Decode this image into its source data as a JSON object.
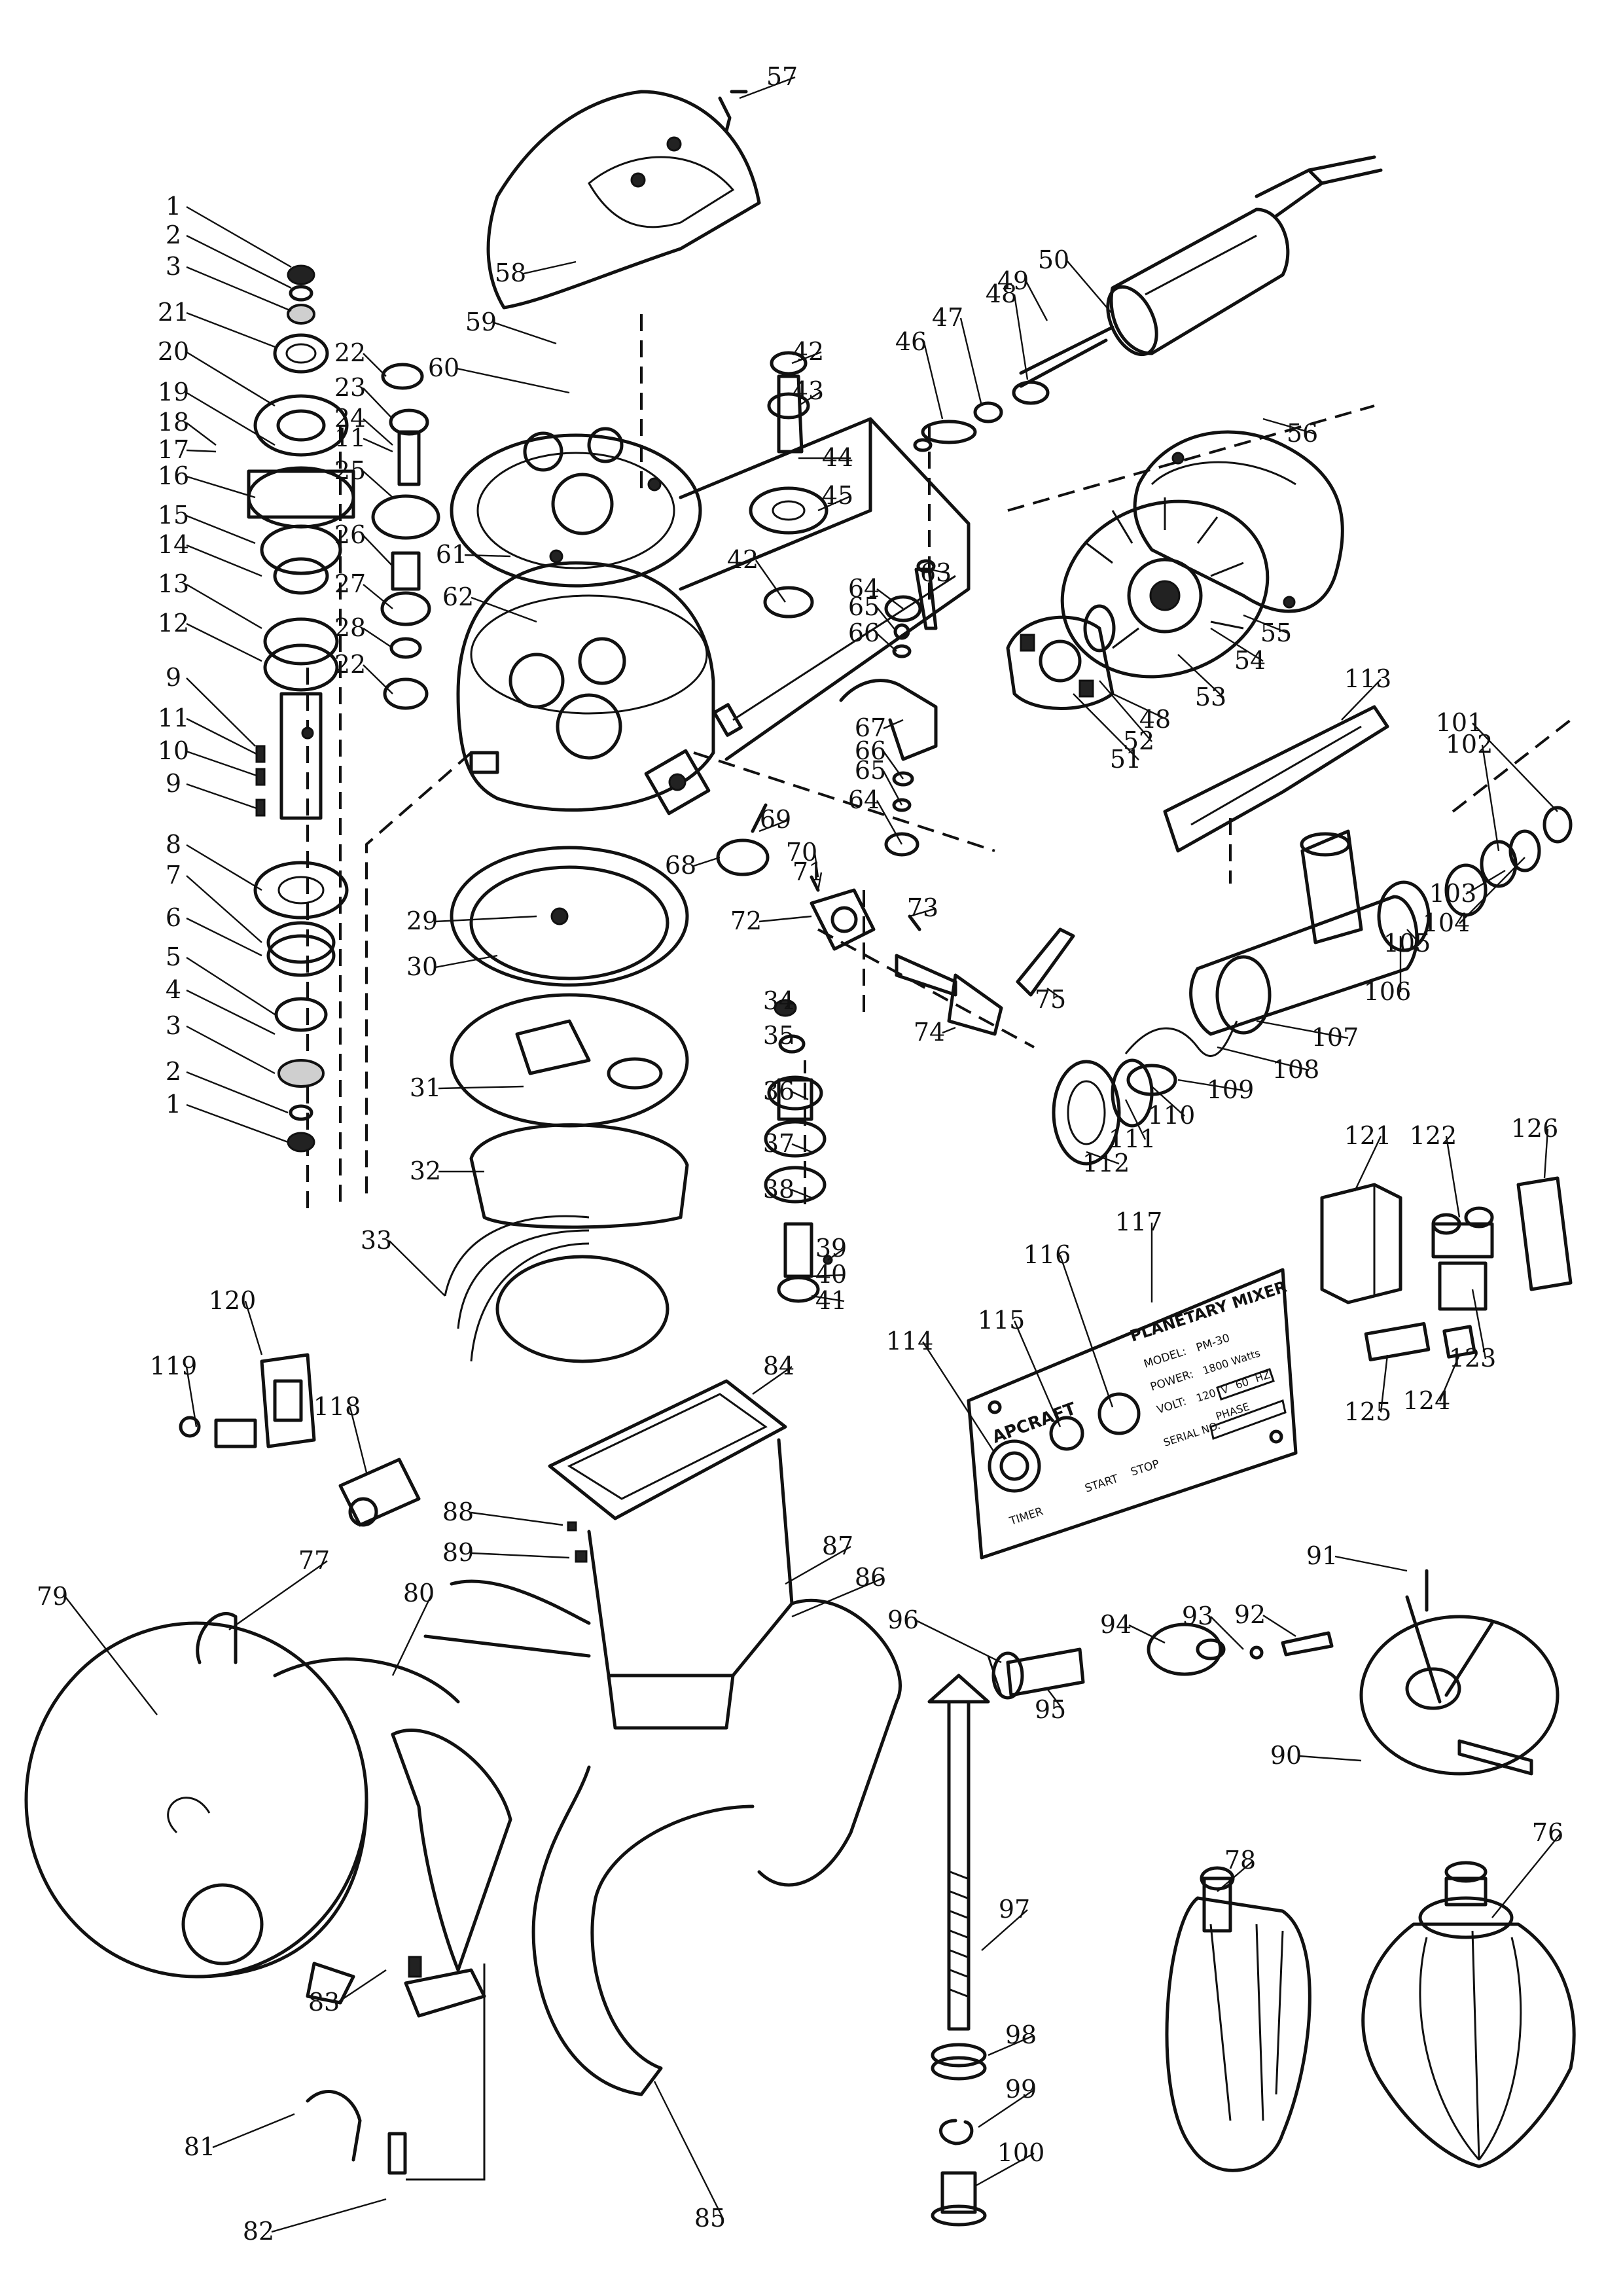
{
  "nameplate": {
    "brand": "APCRAFT",
    "title": "PLANETARY MIXER",
    "model_label": "MODEL:",
    "model_value": "PM-30",
    "power_label": "POWER:",
    "power_value": "1800 Watts",
    "volt_label": "VOLT:",
    "volt_value": "120",
    "volt_unit": "V",
    "hz_value": "60",
    "hz_unit": "HZ",
    "phase_label": "PHASE",
    "serial_label": "SERIAL NO.",
    "start_label": "START",
    "stop_label": "STOP",
    "timer_label": "TIMER"
  },
  "callouts": [
    {
      "n": "57"
    },
    {
      "n": "58"
    },
    {
      "n": "59"
    },
    {
      "n": "60"
    },
    {
      "n": "61"
    },
    {
      "n": "62"
    },
    {
      "n": "1"
    },
    {
      "n": "2"
    },
    {
      "n": "3"
    },
    {
      "n": "21"
    },
    {
      "n": "20"
    },
    {
      "n": "19"
    },
    {
      "n": "18"
    },
    {
      "n": "17"
    },
    {
      "n": "16"
    },
    {
      "n": "15"
    },
    {
      "n": "14"
    },
    {
      "n": "13"
    },
    {
      "n": "12"
    },
    {
      "n": "9"
    },
    {
      "n": "11"
    },
    {
      "n": "10"
    },
    {
      "n": "9"
    },
    {
      "n": "8"
    },
    {
      "n": "7"
    },
    {
      "n": "6"
    },
    {
      "n": "5"
    },
    {
      "n": "4"
    },
    {
      "n": "3"
    },
    {
      "n": "2"
    },
    {
      "n": "1"
    },
    {
      "n": "22"
    },
    {
      "n": "23"
    },
    {
      "n": "24"
    },
    {
      "n": "11"
    },
    {
      "n": "25"
    },
    {
      "n": "26"
    },
    {
      "n": "27"
    },
    {
      "n": "28"
    },
    {
      "n": "22"
    },
    {
      "n": "50"
    },
    {
      "n": "49"
    },
    {
      "n": "48"
    },
    {
      "n": "47"
    },
    {
      "n": "46"
    },
    {
      "n": "42"
    },
    {
      "n": "43"
    },
    {
      "n": "44"
    },
    {
      "n": "45"
    },
    {
      "n": "42"
    },
    {
      "n": "56"
    },
    {
      "n": "55"
    },
    {
      "n": "54"
    },
    {
      "n": "53"
    },
    {
      "n": "48"
    },
    {
      "n": "52"
    },
    {
      "n": "51"
    },
    {
      "n": "63"
    },
    {
      "n": "64"
    },
    {
      "n": "65"
    },
    {
      "n": "66"
    },
    {
      "n": "67"
    },
    {
      "n": "66"
    },
    {
      "n": "65"
    },
    {
      "n": "64"
    },
    {
      "n": "69"
    },
    {
      "n": "68"
    },
    {
      "n": "70"
    },
    {
      "n": "71"
    },
    {
      "n": "72"
    },
    {
      "n": "73"
    },
    {
      "n": "75"
    },
    {
      "n": "74"
    },
    {
      "n": "29"
    },
    {
      "n": "30"
    },
    {
      "n": "31"
    },
    {
      "n": "32"
    },
    {
      "n": "33"
    },
    {
      "n": "34"
    },
    {
      "n": "35"
    },
    {
      "n": "36"
    },
    {
      "n": "37"
    },
    {
      "n": "38"
    },
    {
      "n": "39"
    },
    {
      "n": "40"
    },
    {
      "n": "41"
    },
    {
      "n": "113"
    },
    {
      "n": "101"
    },
    {
      "n": "102"
    },
    {
      "n": "103"
    },
    {
      "n": "104"
    },
    {
      "n": "105"
    },
    {
      "n": "106"
    },
    {
      "n": "107"
    },
    {
      "n": "108"
    },
    {
      "n": "109"
    },
    {
      "n": "110"
    },
    {
      "n": "111"
    },
    {
      "n": "112"
    },
    {
      "n": "121"
    },
    {
      "n": "122"
    },
    {
      "n": "126"
    },
    {
      "n": "123"
    },
    {
      "n": "124"
    },
    {
      "n": "125"
    },
    {
      "n": "117"
    },
    {
      "n": "116"
    },
    {
      "n": "115"
    },
    {
      "n": "114"
    },
    {
      "n": "120"
    },
    {
      "n": "119"
    },
    {
      "n": "118"
    },
    {
      "n": "84"
    },
    {
      "n": "88"
    },
    {
      "n": "89"
    },
    {
      "n": "87"
    },
    {
      "n": "86"
    },
    {
      "n": "79"
    },
    {
      "n": "77"
    },
    {
      "n": "80"
    },
    {
      "n": "83"
    },
    {
      "n": "81"
    },
    {
      "n": "82"
    },
    {
      "n": "85"
    },
    {
      "n": "96"
    },
    {
      "n": "95"
    },
    {
      "n": "94"
    },
    {
      "n": "93"
    },
    {
      "n": "92"
    },
    {
      "n": "91"
    },
    {
      "n": "90"
    },
    {
      "n": "97"
    },
    {
      "n": "98"
    },
    {
      "n": "99"
    },
    {
      "n": "100"
    },
    {
      "n": "78"
    },
    {
      "n": "76"
    }
  ]
}
